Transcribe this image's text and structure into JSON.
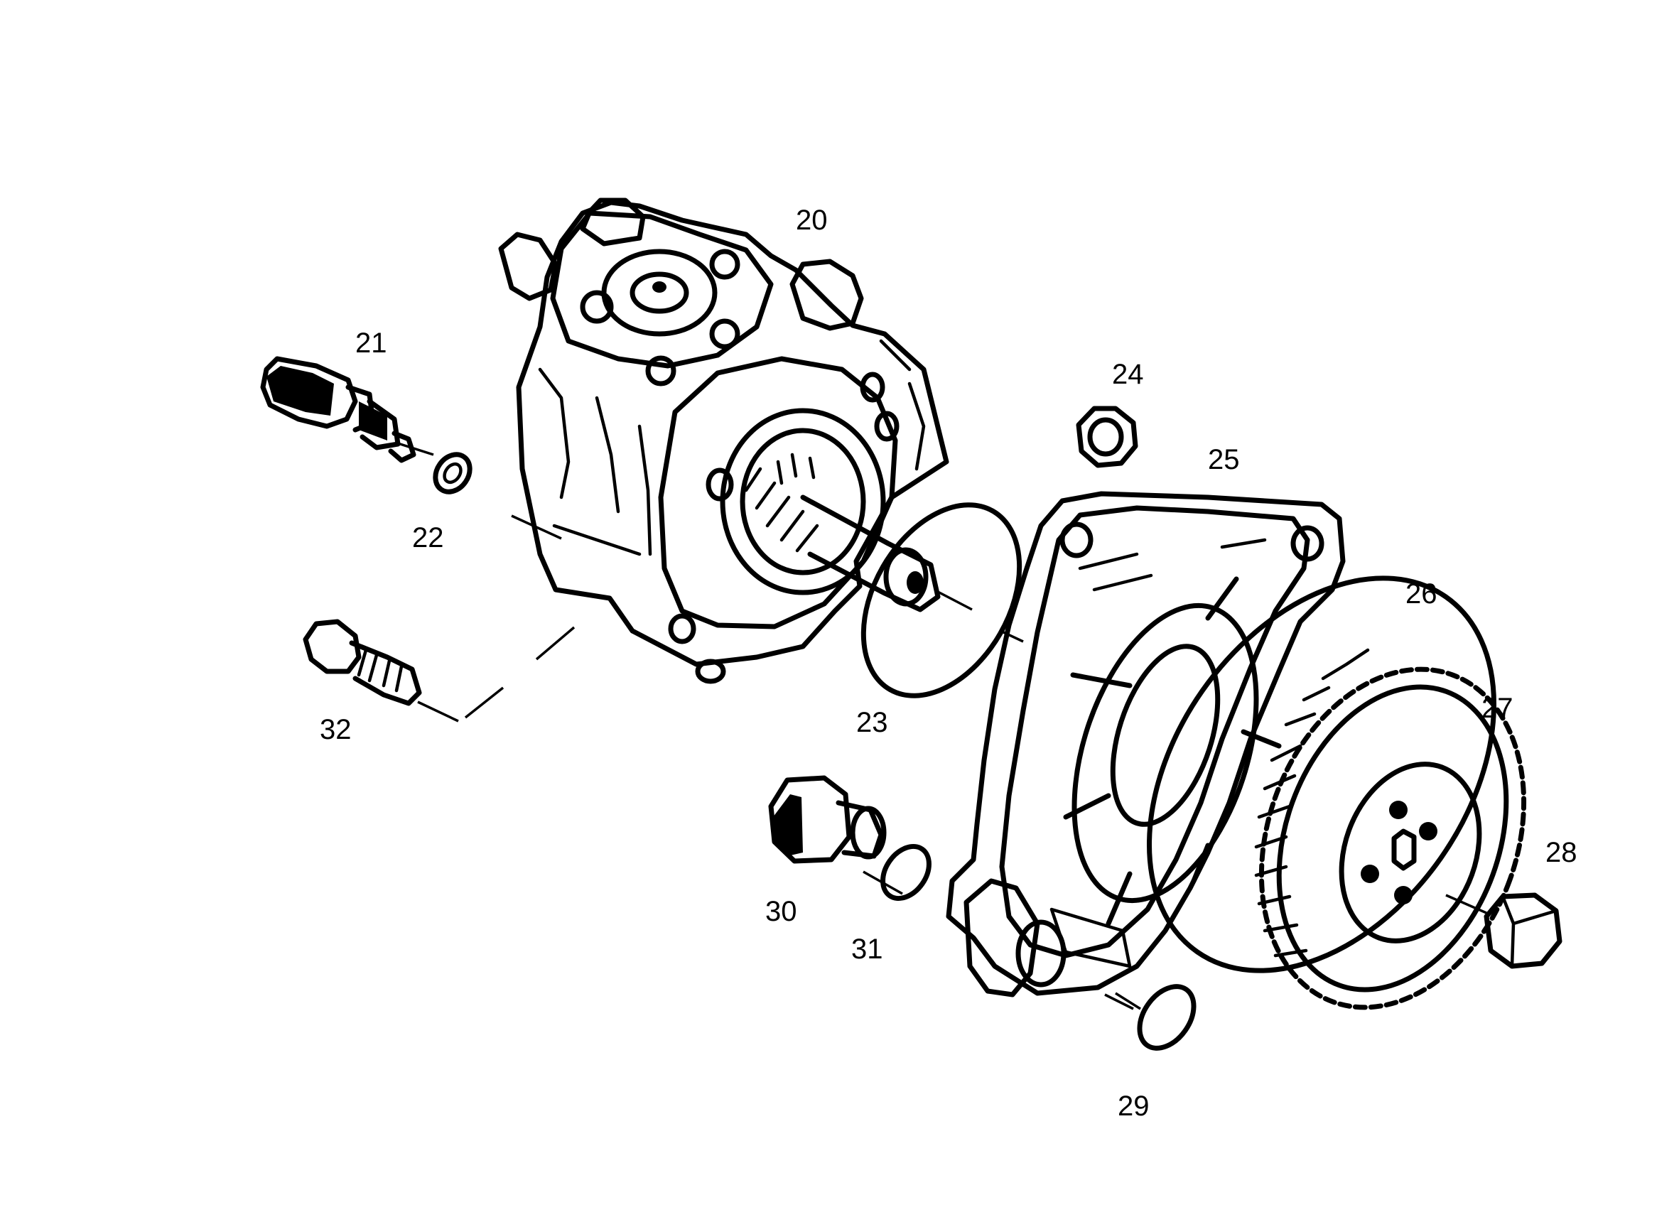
{
  "diagram": {
    "callouts": [
      {
        "id": "20",
        "label": "20"
      },
      {
        "id": "21",
        "label": "21"
      },
      {
        "id": "22",
        "label": "22"
      },
      {
        "id": "23",
        "label": "23"
      },
      {
        "id": "24",
        "label": "24"
      },
      {
        "id": "25",
        "label": "25"
      },
      {
        "id": "26",
        "label": "26"
      },
      {
        "id": "27",
        "label": "27"
      },
      {
        "id": "28",
        "label": "28"
      },
      {
        "id": "29",
        "label": "29"
      },
      {
        "id": "30",
        "label": "30"
      },
      {
        "id": "31",
        "label": "31"
      },
      {
        "id": "32",
        "label": "32"
      }
    ]
  }
}
